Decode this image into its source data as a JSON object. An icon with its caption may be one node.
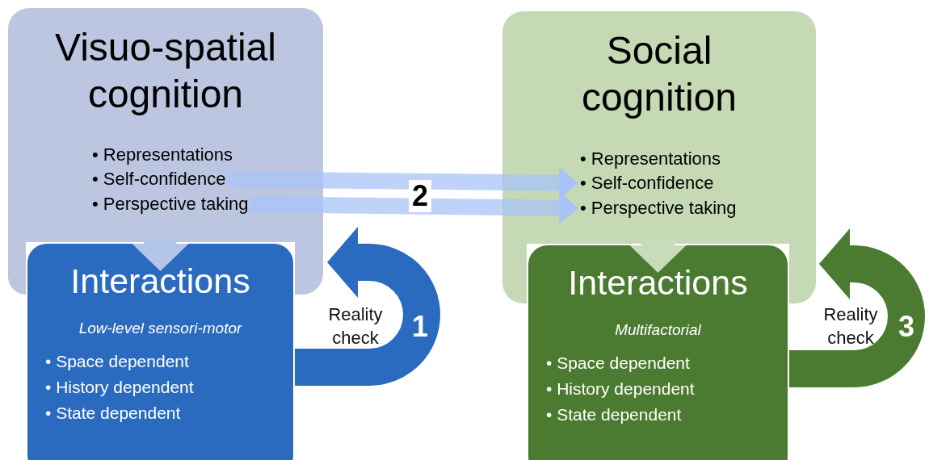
{
  "diagram": {
    "nodes": [
      {
        "text": [
          "Visuo-spatial cognition"
        ]
      },
      {
        "text": [
          "• Representations"
        ],
        "in": 0
      },
      {
        "text": [
          "• Self-confidence"
        ],
        "in": 0
      },
      {
        "text": [
          "• Perspective taking"
        ],
        "in": 0
      },
      {
        "text": [
          "Interactions",
          "Low-level sensori-motor",
          "• Space dependent",
          "• History dependent",
          "• State dependent"
        ]
      },
      {
        "text": [
          "Social cognition"
        ]
      },
      {
        "text": [
          "• Representations"
        ],
        "in": 5
      },
      {
        "text": [
          "• Self-confidence"
        ],
        "in": 5
      },
      {
        "text": [
          "• Perspective taking"
        ],
        "in": 5
      },
      {
        "text": [
          "Interactions",
          "Multifactorial",
          "• Space dependent",
          "• History dependent",
          "• State dependent"
        ]
      }
    ],
    "edges": [
      {
        "from": 2,
        "to": 7,
        "arrow": "to",
        "label": "2",
        "color": "#a9c3f7"
      },
      {
        "from": 3,
        "to": 8,
        "arrow": "to",
        "color": "#a9c3f7"
      },
      {
        "from": 0,
        "to": 4,
        "arrow": "to",
        "color": "#b3c6e8"
      },
      {
        "from": 4,
        "to": 0,
        "arrow": "to",
        "label": "1",
        "color": "#2b6bbf"
      },
      {
        "from": 5,
        "to": 9,
        "arrow": "to",
        "color": "#c8dbba"
      },
      {
        "from": 9,
        "to": 5,
        "arrow": "to",
        "label": "3",
        "color": "#4b7b30"
      }
    ],
    "labels": [
      "Reality check",
      "Reality check"
    ]
  }
}
